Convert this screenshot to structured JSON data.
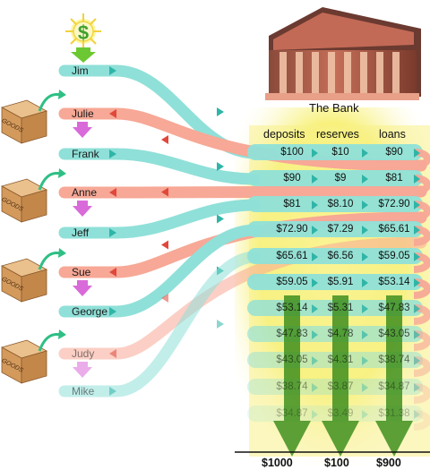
{
  "bank": {
    "title": "The Bank",
    "headers": {
      "deposits": "deposits",
      "reserves": "reserves",
      "loans": "loans"
    },
    "rows": [
      {
        "deposits": "$100",
        "reserves": "$10",
        "loans": "$90"
      },
      {
        "deposits": "$90",
        "reserves": "$9",
        "loans": "$81"
      },
      {
        "deposits": "$81",
        "reserves": "$8.10",
        "loans": "$72.90"
      },
      {
        "deposits": "$72.90",
        "reserves": "$7.29",
        "loans": "$65.61"
      },
      {
        "deposits": "$65.61",
        "reserves": "$6.56",
        "loans": "$59.05"
      },
      {
        "deposits": "$59.05",
        "reserves": "$5.91",
        "loans": "$53.14"
      },
      {
        "deposits": "$53.14",
        "reserves": "$5.31",
        "loans": "$47.83"
      },
      {
        "deposits": "$47.83",
        "reserves": "$4.78",
        "loans": "$43.05"
      },
      {
        "deposits": "$43.05",
        "reserves": "$4.31",
        "loans": "$38.74"
      },
      {
        "deposits": "$38.74",
        "reserves": "$3.87",
        "loans": "$34.87"
      },
      {
        "deposits": "$34.87",
        "reserves": "$3.49",
        "loans": "$31.38"
      }
    ],
    "totals": {
      "deposits": "$1000",
      "reserves": "$100",
      "loans": "$900"
    }
  },
  "people": [
    {
      "name": "Jim",
      "role": "depositor"
    },
    {
      "name": "Julie",
      "role": "borrower"
    },
    {
      "name": "Frank",
      "role": "depositor"
    },
    {
      "name": "Anne",
      "role": "borrower"
    },
    {
      "name": "Jeff",
      "role": "depositor"
    },
    {
      "name": "Sue",
      "role": "borrower"
    },
    {
      "name": "George",
      "role": "depositor"
    },
    {
      "name": "Judy",
      "role": "borrower"
    },
    {
      "name": "Mike",
      "role": "depositor"
    }
  ],
  "goods_label": "GOODS",
  "money_symbol": "$",
  "colors": {
    "deposit_flow": "#8fe0d8",
    "loan_flow": "#f7a896",
    "arrow_teal": "#2fb5a8",
    "arrow_red": "#e0483a",
    "glow": "#f7ef6a",
    "big_arrow": "#3f8f1f",
    "box": "#d9a066",
    "down_arrow_pink": "#d96ad9",
    "down_arrow_green": "#6cc832",
    "goods_arrow": "#2fbf84"
  }
}
